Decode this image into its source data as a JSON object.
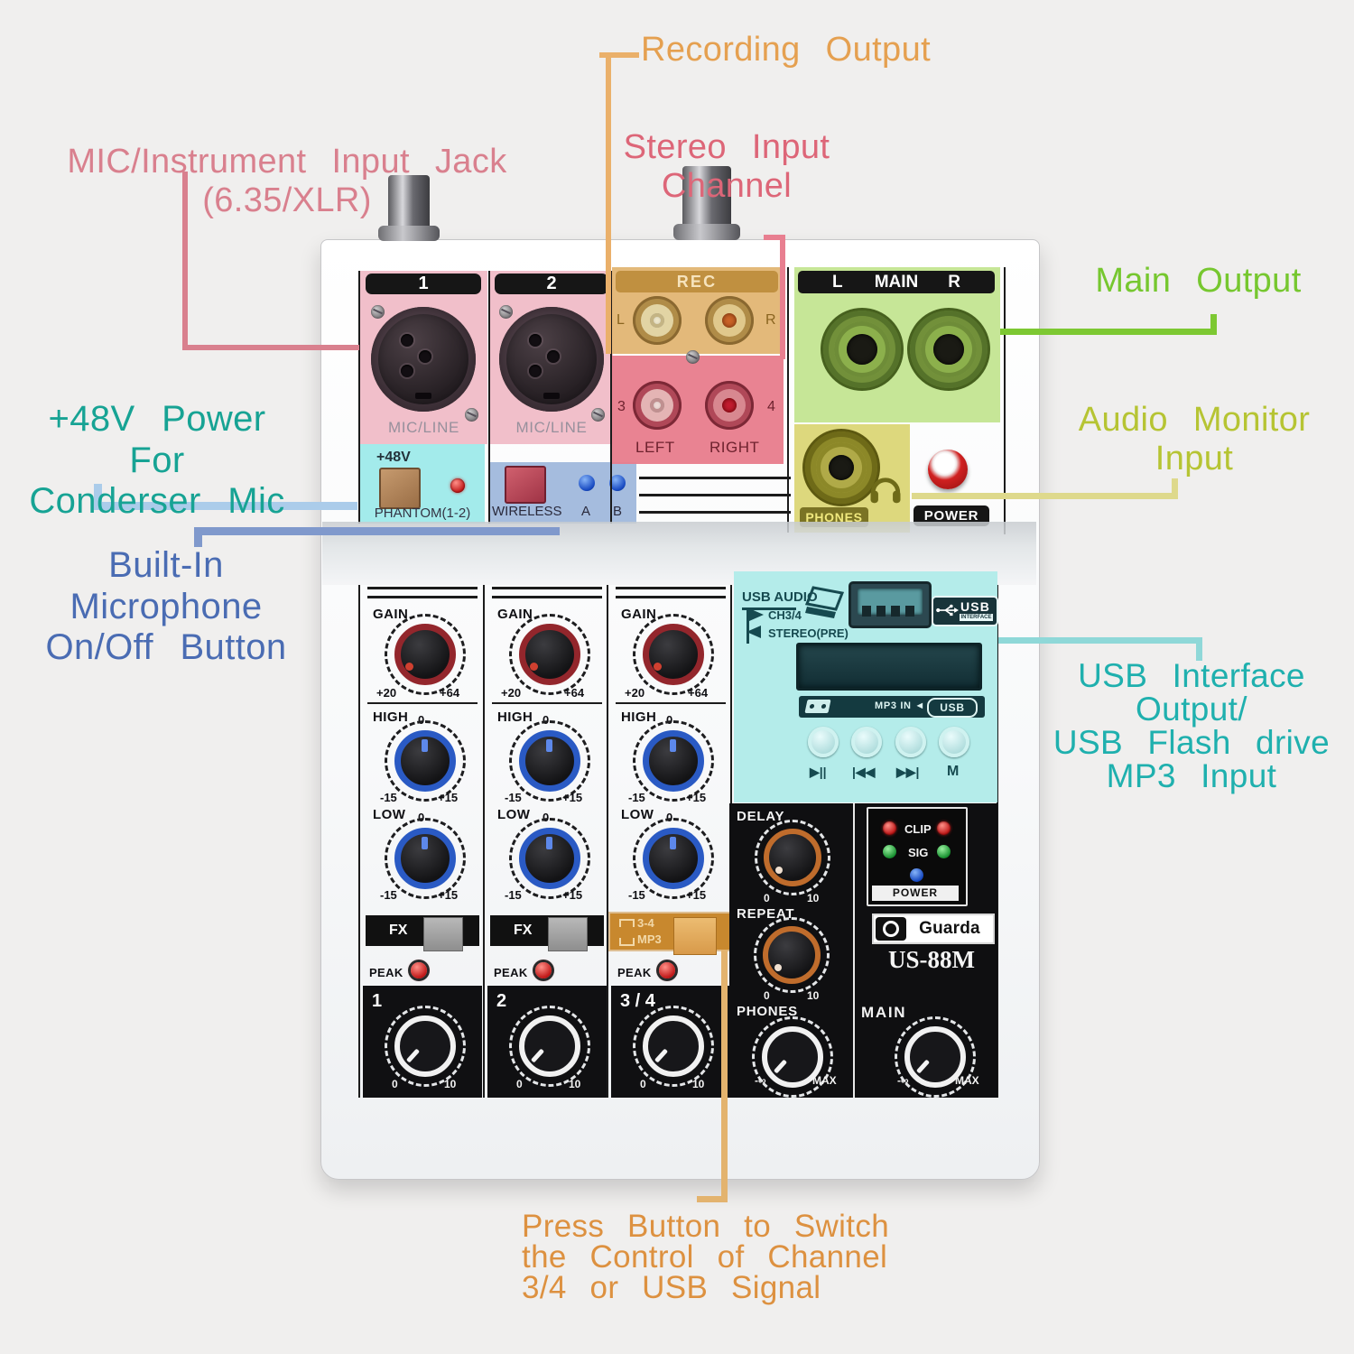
{
  "annotations": {
    "mic_jack": {
      "line1": "MIC/Instrument Input Jack",
      "line2": "(6.35/XLR)",
      "color": "#d9808e"
    },
    "recording": {
      "text": "Recording Output",
      "color": "#e5a050"
    },
    "stereo": {
      "line1": "Stereo Input",
      "line2": "Channel",
      "color": "#dd6678"
    },
    "main_out": {
      "text": "Main Output",
      "color": "#76c72f"
    },
    "monitor": {
      "line1": "Audio Monitor",
      "line2": "Input",
      "color": "#b6c433"
    },
    "phantom": {
      "line1": "+48V Power For",
      "line2": "Conderser Mic",
      "color": "#17a394",
      "line_color": "#abccea"
    },
    "builtin": {
      "line1": "Built-In Microphone",
      "line2": "On/Off Button",
      "color": "#4a6cb3",
      "line_color": "#8099cc"
    },
    "usb": {
      "line1": "USB Interface",
      "line2": "Output/",
      "line3": "USB Flash drive",
      "line4": "MP3 Input",
      "color": "#1fb0ae",
      "line_color": "#8fd8d8"
    },
    "press": {
      "line1": "Press Button to Switch",
      "line2": "the Control of Channel",
      "line3": "3/4 or USB Signal",
      "color": "#dd9140",
      "line_color": "#e3b36e"
    }
  },
  "top_panel": {
    "ch1_label": "1",
    "ch2_label": "2",
    "mic_line": "MIC/LINE",
    "phantom_voltage": "+48V",
    "phantom_label": "PHANTOM(1-2)",
    "wireless_label": "WIRELESS",
    "wireless_a": "A",
    "wireless_b": "B",
    "rec_label": "REC",
    "rec_l": "L",
    "rec_r": "R",
    "st_3": "3",
    "st_4": "4",
    "st_left": "LEFT",
    "st_right": "RIGHT",
    "main_l": "L",
    "main_label": "MAIN",
    "main_r": "R",
    "phones_label": "PHONES",
    "power_label": "POWER"
  },
  "strip": {
    "gain": "GAIN",
    "gain_min": "+20",
    "gain_max": "+64",
    "high": "HIGH",
    "low": "LOW",
    "eq_zero": "0",
    "eq_min": "-15",
    "eq_max": "+15",
    "fx": "FX",
    "peak": "PEAK",
    "level_min": "0",
    "level_max": "10"
  },
  "channels": [
    "1",
    "2",
    "3 / 4"
  ],
  "switch34": {
    "row1": "3-4",
    "row2": "MP3"
  },
  "usb_section": {
    "title": "USB AUDIO",
    "ch34": "CH3/4",
    "stereo_pre": "STEREO(PRE)",
    "badge_usb": "USB",
    "badge_interface": "INTERFACE",
    "mp3_in": "MP3 IN ◄",
    "usb_logo": "USB",
    "btn_play": "▶||",
    "btn_prev": "|◀◀",
    "btn_next": "▶▶|",
    "btn_m": "M"
  },
  "control_panel": {
    "delay": "DELAY",
    "repeat": "REPEAT",
    "phones": "PHONES",
    "main": "MAIN",
    "knob_min": "0",
    "knob_max": "10",
    "neg_inf": "-∞",
    "max": "MAX",
    "clip": "CLIP",
    "sig": "SIG",
    "power": "POWER",
    "brand": "Guarda",
    "brand_icon": "CD",
    "model": "US-88M"
  }
}
